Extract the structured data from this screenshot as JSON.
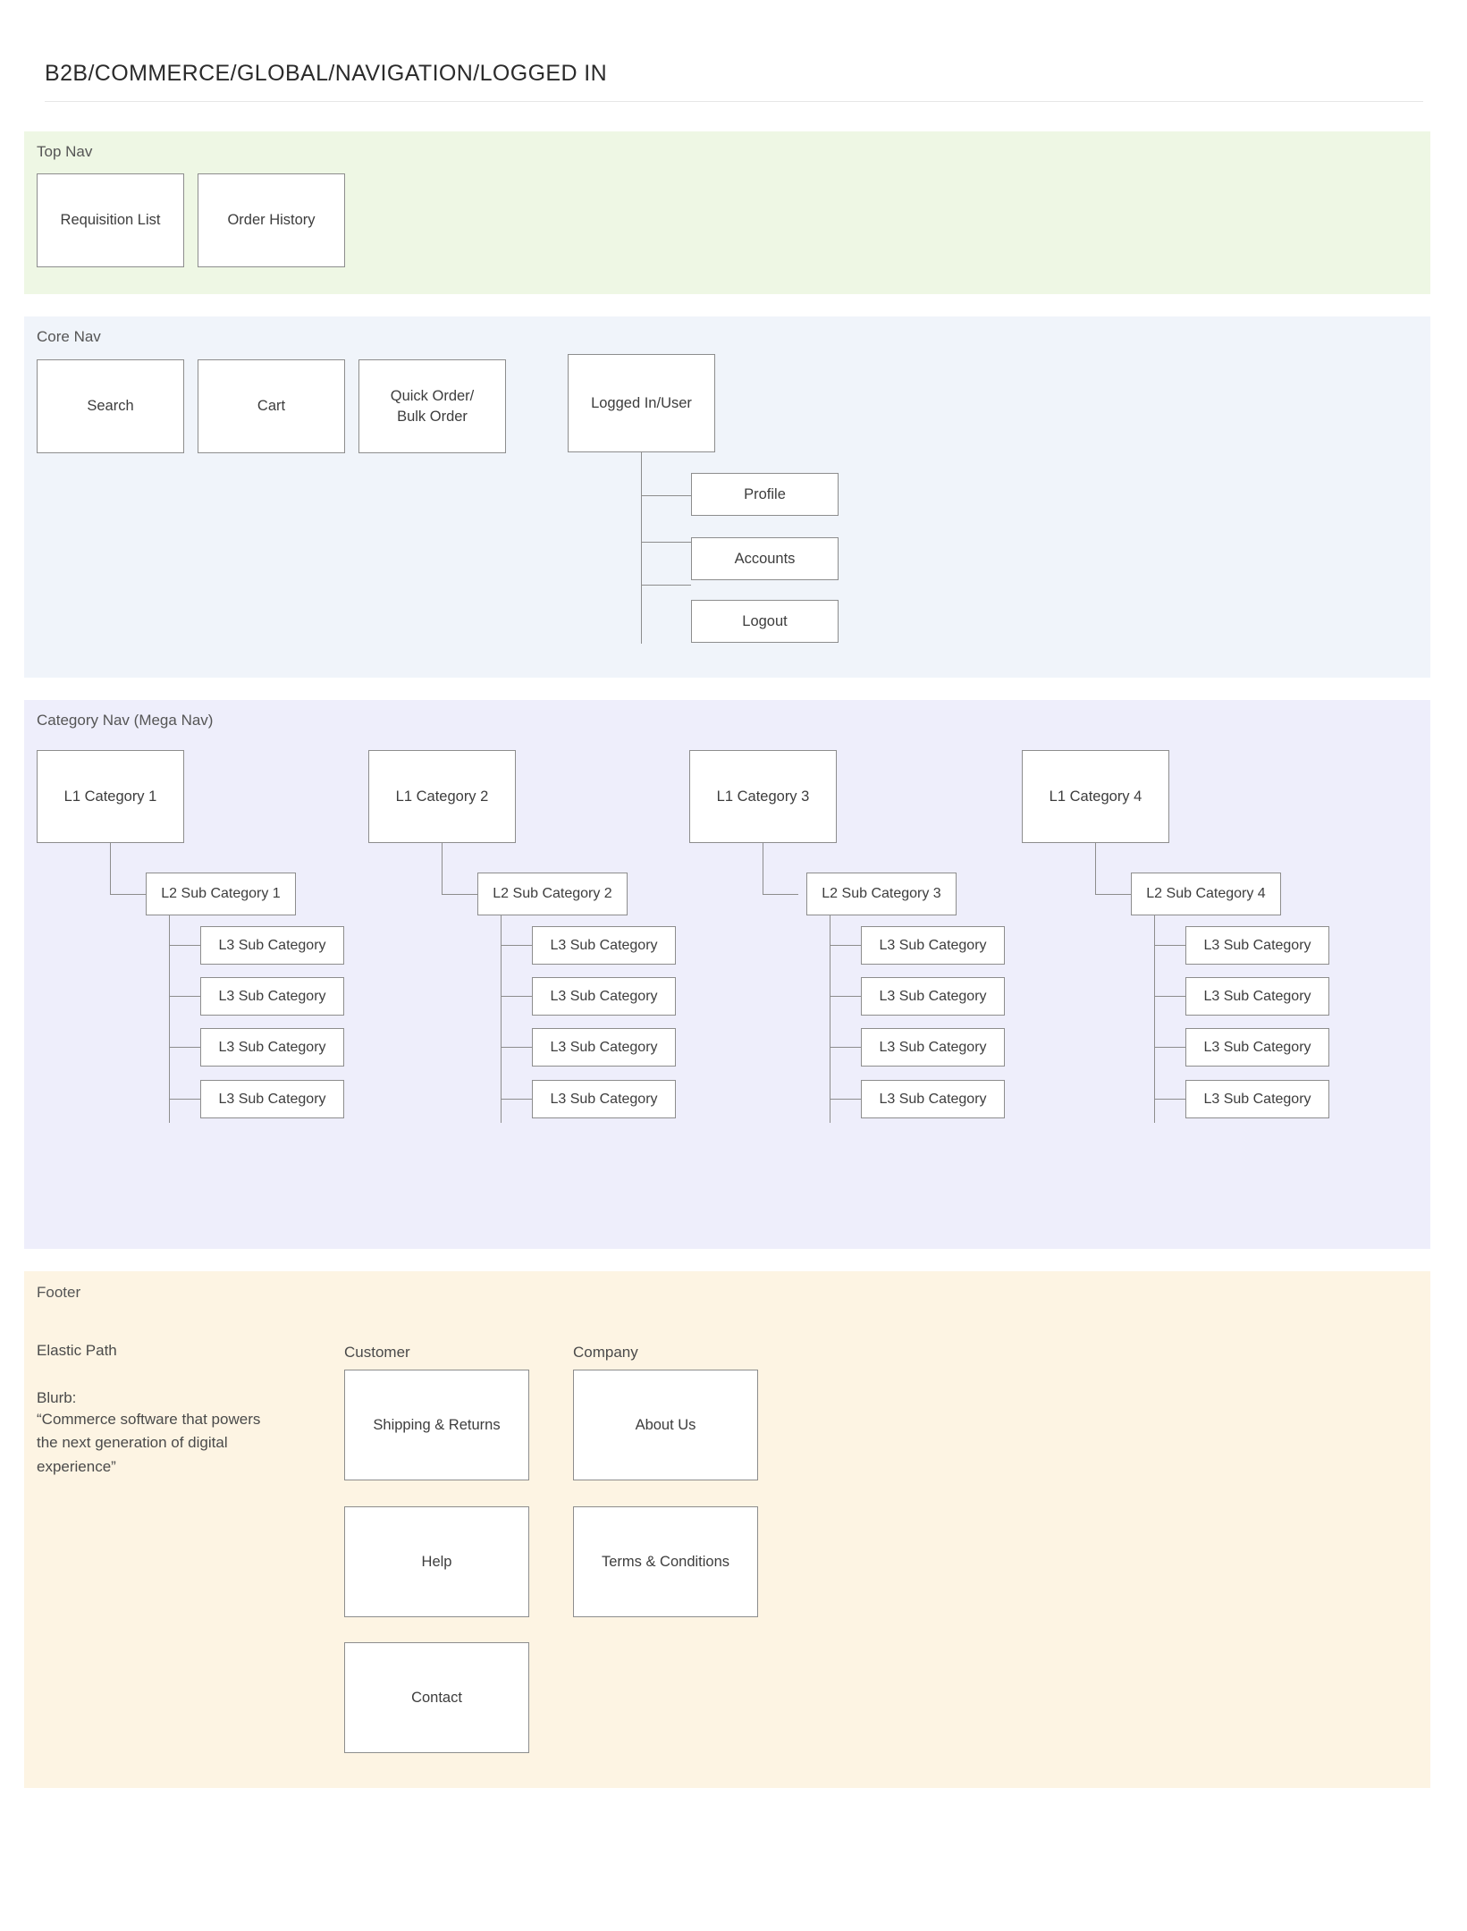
{
  "page": {
    "title": "B2B/COMMERCE/GLOBAL/NAVIGATION/LOGGED IN"
  },
  "colors": {
    "top_nav_bg": "#eef7e4",
    "core_nav_bg": "#f0f4fa",
    "category_nav_bg": "#eeeefb",
    "footer_bg": "#fdf4e3",
    "node_border": "#8d8d8d",
    "node_fill": "#ffffff",
    "text": "#3d3d3d"
  },
  "sections": {
    "top_nav": {
      "label": "Top Nav",
      "items": [
        {
          "label": "Requisition List"
        },
        {
          "label": "Order History"
        }
      ]
    },
    "core_nav": {
      "label": "Core Nav",
      "items": [
        {
          "label": "Search"
        },
        {
          "label": "Cart"
        },
        {
          "label": "Quick Order/\nBulk Order"
        },
        {
          "label": "Logged In/User"
        }
      ],
      "user_menu": [
        {
          "label": "Profile"
        },
        {
          "label": "Accounts"
        },
        {
          "label": "Logout"
        }
      ]
    },
    "category_nav": {
      "label": "Category Nav (Mega Nav)",
      "columns": [
        {
          "l1": "L1 Category 1",
          "l2": "L2 Sub Category 1",
          "l3": [
            "L3 Sub Category",
            "L3 Sub Category",
            "L3 Sub Category",
            "L3 Sub Category"
          ]
        },
        {
          "l1": "L1 Category 2",
          "l2": "L2 Sub Category 2",
          "l3": [
            "L3 Sub Category",
            "L3 Sub Category",
            "L3 Sub Category",
            "L3 Sub Category"
          ]
        },
        {
          "l1": "L1 Category 3",
          "l2": "L2 Sub Category 3",
          "l3": [
            "L3 Sub Category",
            "L3 Sub Category",
            "L3 Sub Category",
            "L3 Sub Category"
          ]
        },
        {
          "l1": "L1 Category 4",
          "l2": "L2 Sub Category 4",
          "l3": [
            "L3 Sub Category",
            "L3 Sub Category",
            "L3 Sub Category",
            "L3 Sub Category"
          ]
        }
      ]
    },
    "footer": {
      "label": "Footer",
      "brand": {
        "name": "Elastic Path",
        "blurb_label": "Blurb:",
        "blurb_text": "“Commerce software that powers the next generation of digital experience”"
      },
      "columns": [
        {
          "heading": "Customer",
          "items": [
            {
              "label": "Shipping & Returns"
            },
            {
              "label": "Help"
            },
            {
              "label": "Contact"
            }
          ]
        },
        {
          "heading": "Company",
          "items": [
            {
              "label": "About Us"
            },
            {
              "label": "Terms & Conditions"
            }
          ]
        }
      ]
    }
  }
}
